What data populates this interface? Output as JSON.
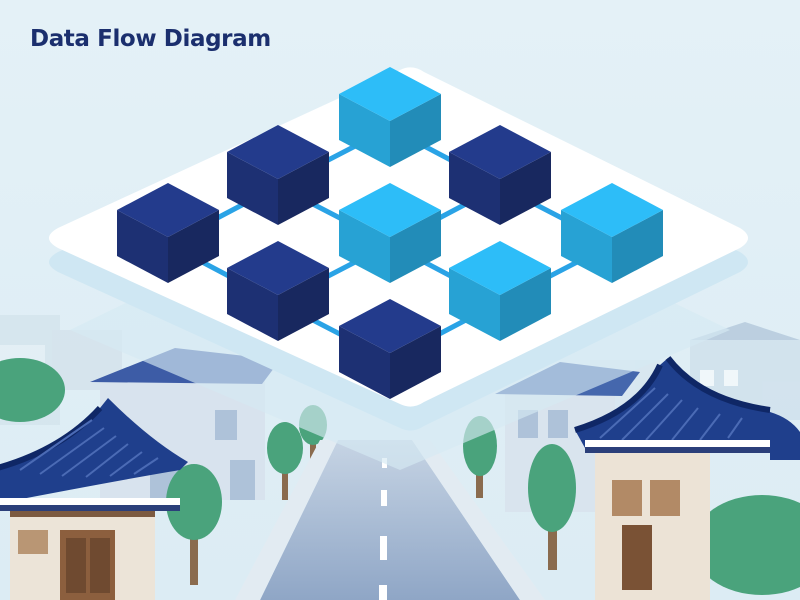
{
  "title": "Data Flow Diagram",
  "diagram": {
    "type": "isometric-network",
    "nodes": [
      {
        "id": "n-top",
        "row": 0,
        "col": 1,
        "color": "#2bb4ec",
        "tone": "light"
      },
      {
        "id": "n-left-upper",
        "row": 1,
        "col": 0,
        "color": "#233b8c",
        "tone": "dark"
      },
      {
        "id": "n-center",
        "row": 1,
        "col": 1,
        "color": "#2bb4ec",
        "tone": "light"
      },
      {
        "id": "n-right-upper",
        "row": 1,
        "col": 2,
        "color": "#233b8c",
        "tone": "dark"
      },
      {
        "id": "n-far-left",
        "row": 2,
        "col": 0,
        "color": "#233b8c",
        "tone": "dark"
      },
      {
        "id": "n-mid-left",
        "row": 2,
        "col": 1,
        "color": "#233b8c",
        "tone": "dark"
      },
      {
        "id": "n-mid-right",
        "row": 2,
        "col": 2,
        "color": "#2bb4ec",
        "tone": "light"
      },
      {
        "id": "n-far-right",
        "row": 2,
        "col": 3,
        "color": "#2bb4ec",
        "tone": "light"
      },
      {
        "id": "n-bottom",
        "row": 3,
        "col": 1,
        "color": "#233b8c",
        "tone": "dark"
      }
    ],
    "edges": [
      [
        "n-top",
        "n-left-upper"
      ],
      [
        "n-top",
        "n-right-upper"
      ],
      [
        "n-left-upper",
        "n-far-left"
      ],
      [
        "n-left-upper",
        "n-center"
      ],
      [
        "n-center",
        "n-right-upper"
      ],
      [
        "n-center",
        "n-mid-left"
      ],
      [
        "n-center",
        "n-mid-right"
      ],
      [
        "n-far-left",
        "n-mid-left"
      ],
      [
        "n-right-upper",
        "n-far-right"
      ],
      [
        "n-mid-left",
        "n-bottom"
      ],
      [
        "n-mid-right",
        "n-far-right"
      ],
      [
        "n-mid-right",
        "n-bottom"
      ]
    ]
  },
  "colors": {
    "sky": "#e4f1f7",
    "platform": "#ffffff",
    "connector": "#2aa3e6",
    "node_dark": "#233b8c",
    "node_light": "#2bb4ec",
    "roof": "#1f3f8c",
    "road": "#b7c9dc",
    "tree": "#4aa37c"
  },
  "scenery": [
    "hanok-house-left",
    "hanok-house-right",
    "road",
    "trees",
    "background-buildings"
  ]
}
